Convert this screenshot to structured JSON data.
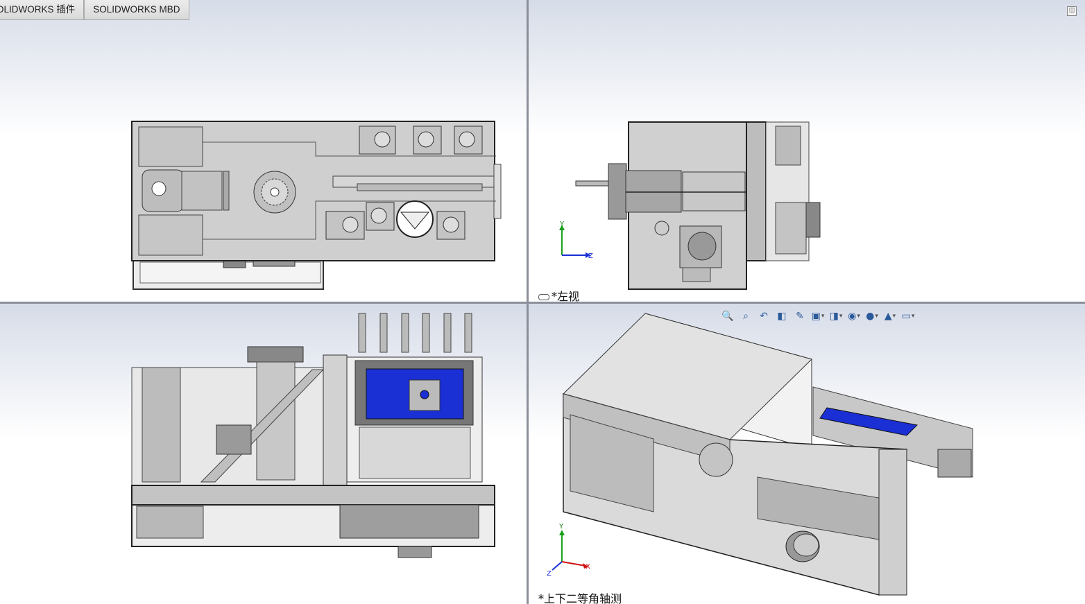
{
  "tabs": [
    {
      "label": "OLIDWORKS 插件"
    },
    {
      "label": "SOLIDWORKS MBD"
    }
  ],
  "viewports": {
    "top_right": {
      "label": "*左视"
    },
    "bottom_right": {
      "label": "*上下二等角轴测"
    }
  },
  "triad": {
    "x": "X",
    "y": "Y",
    "z": "Z"
  },
  "toolbar": [
    {
      "icon": "zoom-to-fit-icon"
    },
    {
      "icon": "zoom-to-area-icon"
    },
    {
      "icon": "previous-view-icon"
    },
    {
      "icon": "section-view-icon"
    },
    {
      "icon": "dynamic-annotation-icon"
    },
    {
      "icon": "view-orientation-icon"
    },
    {
      "icon": "display-style-icon"
    },
    {
      "icon": "hide-show-items-icon"
    },
    {
      "icon": "edit-appearance-icon"
    },
    {
      "icon": "apply-scene-icon"
    },
    {
      "icon": "view-settings-icon"
    }
  ],
  "colors": {
    "accent_blue": "#1a2fd4",
    "metal": "#c8c8c8",
    "edge": "#333333"
  }
}
